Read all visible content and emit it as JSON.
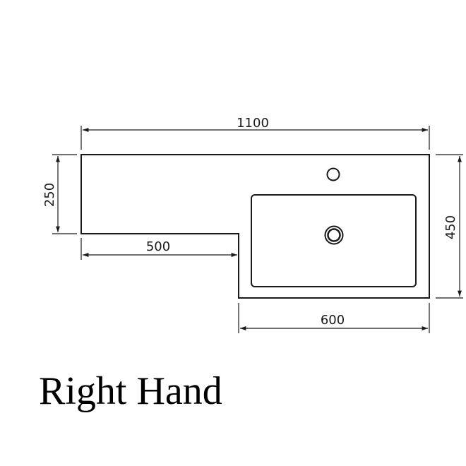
{
  "diagram": {
    "caption": "Right Hand",
    "dimensions": {
      "overall_width": "1100",
      "left_depth": "250",
      "left_width": "500",
      "right_width": "600",
      "right_depth": "450"
    },
    "colors": {
      "outline": "#1a1a1a",
      "background": "#ffffff"
    }
  }
}
